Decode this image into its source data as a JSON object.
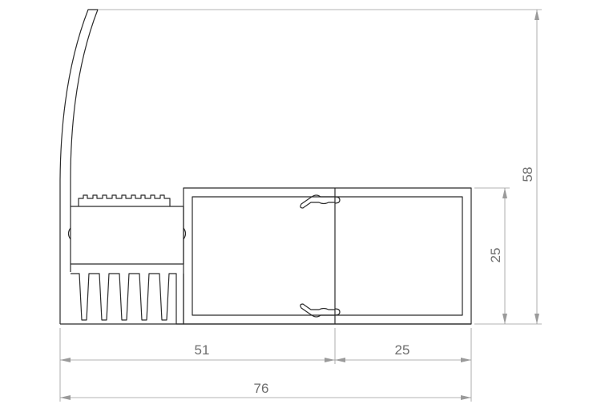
{
  "dimensions": {
    "bottom_left": "51",
    "bottom_right": "25",
    "overall_width": "76",
    "tube_height": "25",
    "overall_height": "58"
  },
  "colors": {
    "profile_stroke": "#2b2b2b",
    "dimension_line": "#9a9a9a",
    "dimension_text": "#6e6e6e"
  }
}
